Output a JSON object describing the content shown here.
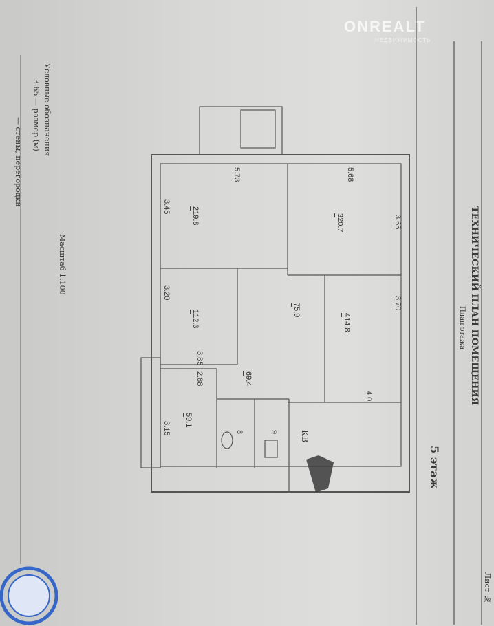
{
  "watermark": {
    "brand": "ONREALT",
    "sub": "НЕДВИЖИМОСТЬ"
  },
  "header": {
    "title": "ТЕХНИЧЕСКИЙ ПЛАН ПОМЕЩЕНИЯ",
    "subtitle": "План этажа",
    "floor": "5 этаж",
    "sheet": "Лист №"
  },
  "legend": {
    "title": "Условные обозначения",
    "dimension": "3.65 — размер (м)",
    "walls": "— стены, перегородки",
    "scale": "Масштаб 1:100"
  },
  "rooms": [
    {
      "n": "1",
      "area": "12.3"
    },
    {
      "n": "2",
      "area": "19.8"
    },
    {
      "n": "3",
      "area": "20.7"
    },
    {
      "n": "4",
      "area": "14.8"
    },
    {
      "n": "5",
      "area": "9.1"
    },
    {
      "n": "6",
      "area": "9.4"
    },
    {
      "n": "7",
      "area": "5.9"
    },
    {
      "n": "8",
      "area": ""
    },
    {
      "n": "9",
      "area": ""
    }
  ],
  "dims": {
    "d573": "5.73",
    "d568": "5.68",
    "d345": "3.45",
    "d365": "3.65",
    "d320": "3.20",
    "d385": "3.85",
    "d370": "3.70",
    "d40": "4.0",
    "d288": "2.88",
    "d315": "3.15"
  },
  "apt_label": "КВ"
}
